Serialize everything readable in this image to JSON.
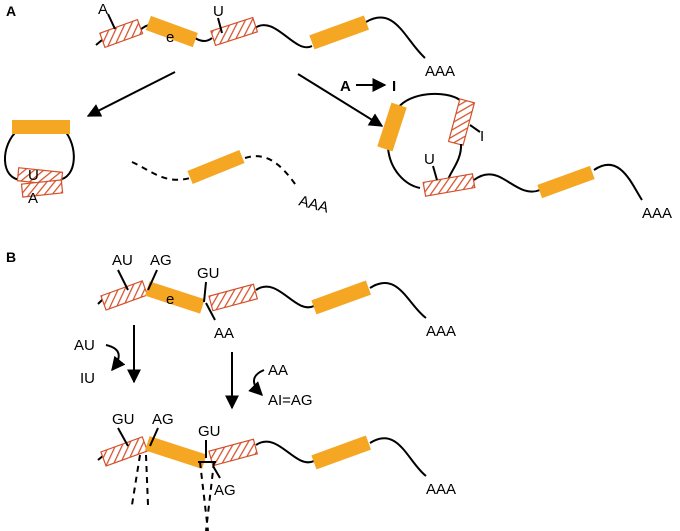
{
  "panel_a": {
    "label": "A",
    "top_a": "A",
    "top_e": "e",
    "top_u": "U",
    "top_aaa": "AAA",
    "edit_from": "A",
    "edit_to": "I",
    "left_u": "U",
    "left_a": "A",
    "mid_aaa": "AAA",
    "right_i": "I",
    "right_u": "U",
    "right_aaa": "AAA"
  },
  "panel_b": {
    "label": "B",
    "top_au": "AU",
    "top_ag": "AG",
    "top_e": "e",
    "top_gu": "GU",
    "top_aa": "AA",
    "top_aaa": "AAA",
    "left_from": "AU",
    "left_to": "IU",
    "right_from": "AA",
    "right_to": "AI=AG",
    "bot_gu1": "GU",
    "bot_ag1": "AG",
    "bot_gu2": "GU",
    "bot_ag2": "AG",
    "bot_aaa": "AAA"
  },
  "colors": {
    "exon": "#f5a623",
    "alt_exon_stripe": "#d4502a"
  }
}
